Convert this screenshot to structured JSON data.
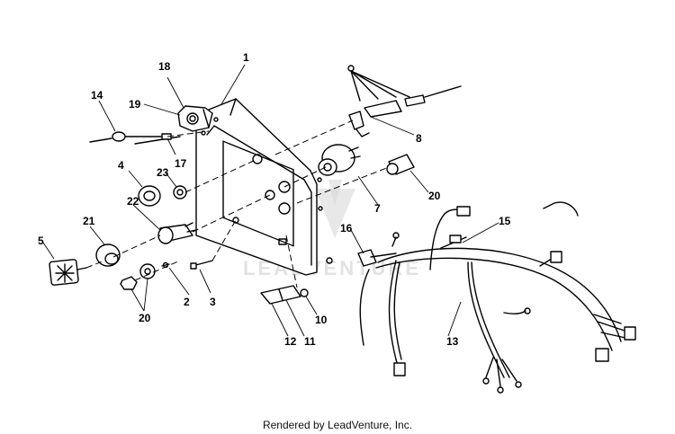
{
  "callouts": [
    {
      "id": "c1",
      "text": "1"
    },
    {
      "id": "c2",
      "text": "2"
    },
    {
      "id": "c3",
      "text": "3"
    },
    {
      "id": "c4",
      "text": "4"
    },
    {
      "id": "c5",
      "text": "5"
    },
    {
      "id": "c7",
      "text": "7"
    },
    {
      "id": "c8",
      "text": "8"
    },
    {
      "id": "c10",
      "text": "10"
    },
    {
      "id": "c11",
      "text": "11"
    },
    {
      "id": "c12",
      "text": "12"
    },
    {
      "id": "c13",
      "text": "13"
    },
    {
      "id": "c14",
      "text": "14"
    },
    {
      "id": "c15",
      "text": "15"
    },
    {
      "id": "c16",
      "text": "16"
    },
    {
      "id": "c17",
      "text": "17"
    },
    {
      "id": "c18",
      "text": "18"
    },
    {
      "id": "c19",
      "text": "19"
    },
    {
      "id": "c20a",
      "text": "20"
    },
    {
      "id": "c20b",
      "text": "20"
    },
    {
      "id": "c21",
      "text": "21"
    },
    {
      "id": "c22",
      "text": "22"
    },
    {
      "id": "c23",
      "text": "23"
    }
  ],
  "watermark": {
    "text": "LEADVENTURE"
  },
  "footer": {
    "credit": "Rendered by LeadVenture, Inc."
  }
}
